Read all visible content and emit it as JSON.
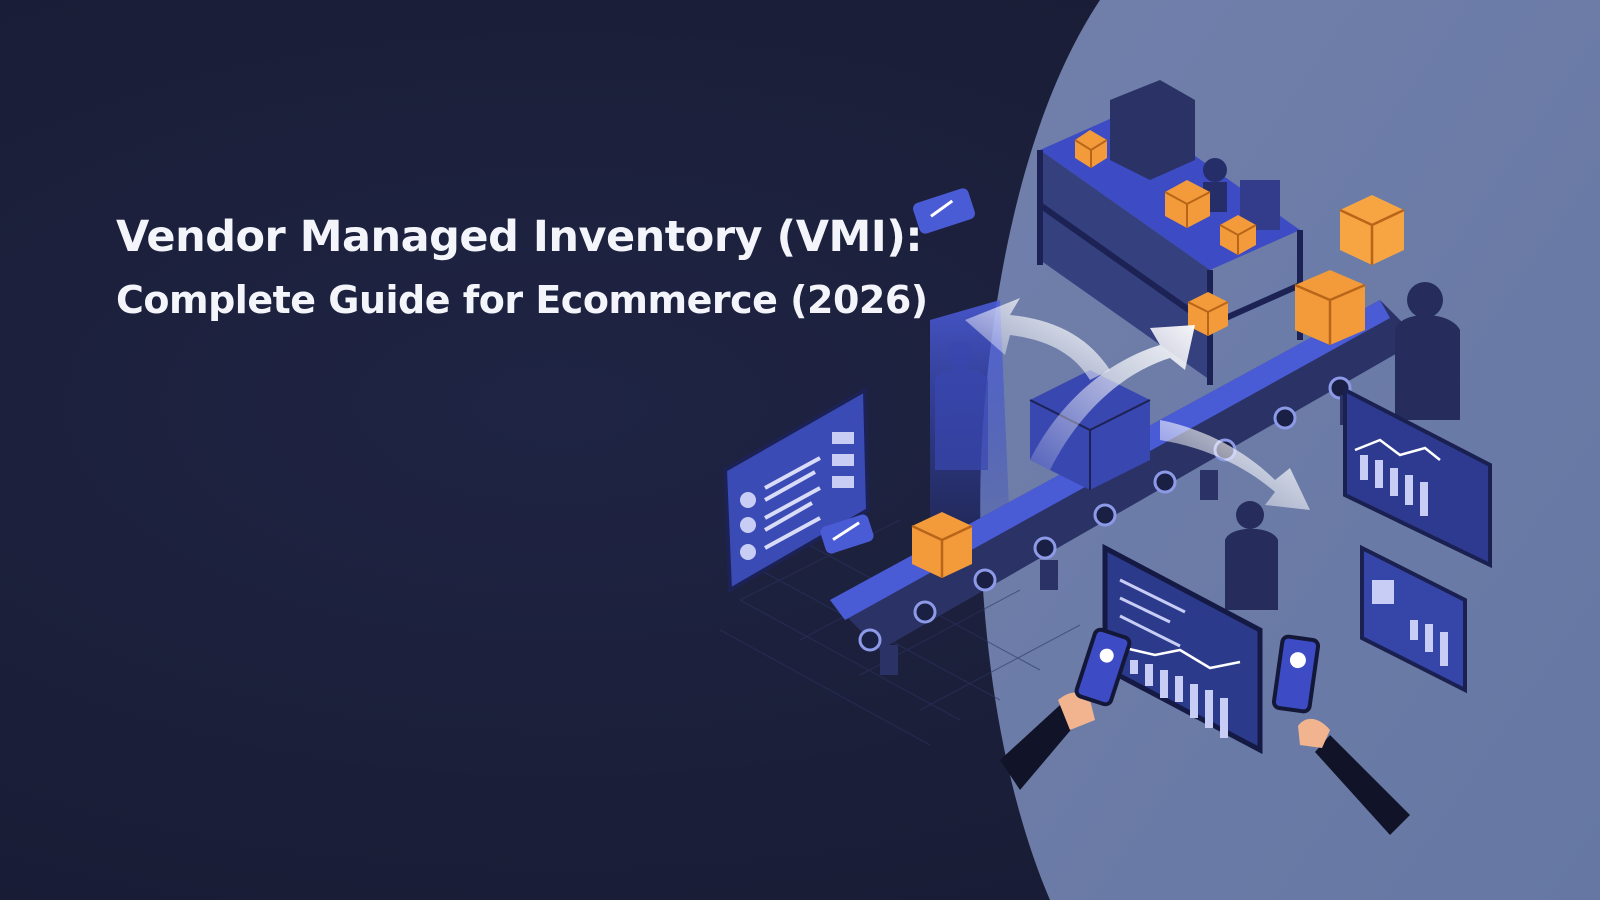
{
  "headline": {
    "line1": "Vendor Managed Inventory (VMI):",
    "line2": "Complete Guide for Ecommerce (2026)"
  },
  "palette": {
    "background": "#1b1f3a",
    "panel": "#6b7aa6",
    "accent_blue": "#4a5bd6",
    "box_orange": "#f39b3a",
    "text": "#f4f5fa"
  },
  "illustration": {
    "subject": "isometric warehouse with conveyor belt, shelving, parcels, analytics dashboards and smartphones",
    "icons": [
      "shelf-icon",
      "conveyor-belt-icon",
      "parcel-icon",
      "dashboard-icon",
      "smartphone-icon",
      "arrow-icon",
      "chat-bubble-icon",
      "person-silhouette-icon"
    ]
  }
}
